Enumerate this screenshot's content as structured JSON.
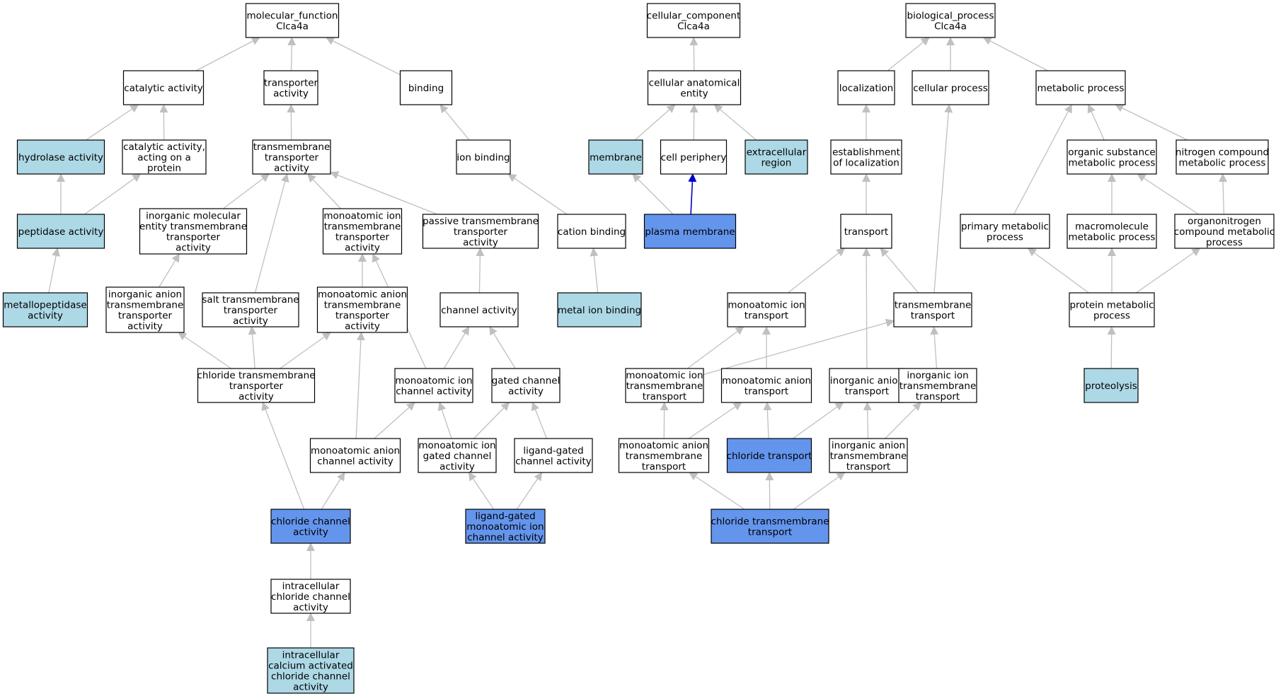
{
  "colors": {
    "plain": "#ffffff",
    "annotated": "#add8e6",
    "direct": "#6495ed",
    "edge": "#c0c0c0",
    "edge_highlight": "#0000cd"
  },
  "nodes": {
    "mf": {
      "lines": [
        "molecular_function",
        "Clca4a"
      ],
      "fill": "plain"
    },
    "cc": {
      "lines": [
        "cellular_component",
        "Clca4a"
      ],
      "fill": "plain"
    },
    "bp": {
      "lines": [
        "biological_process",
        "Clca4a"
      ],
      "fill": "plain"
    },
    "catalytic": {
      "lines": [
        "catalytic activity"
      ],
      "fill": "plain"
    },
    "transporter": {
      "lines": [
        "transporter",
        "activity"
      ],
      "fill": "plain"
    },
    "binding": {
      "lines": [
        "binding"
      ],
      "fill": "plain"
    },
    "cae": {
      "lines": [
        "cellular anatomical",
        "entity"
      ],
      "fill": "plain"
    },
    "localization": {
      "lines": [
        "localization"
      ],
      "fill": "plain"
    },
    "cellular_process": {
      "lines": [
        "cellular process"
      ],
      "fill": "plain"
    },
    "metabolic": {
      "lines": [
        "metabolic process"
      ],
      "fill": "plain"
    },
    "hydrolase": {
      "lines": [
        "hydrolase activity"
      ],
      "fill": "annotated"
    },
    "cat_protein": {
      "lines": [
        "catalytic activity,",
        "acting on a",
        "protein"
      ],
      "fill": "plain"
    },
    "tm_transporter": {
      "lines": [
        "transmembrane",
        "transporter",
        "activity"
      ],
      "fill": "plain"
    },
    "ion_binding": {
      "lines": [
        "ion binding"
      ],
      "fill": "plain"
    },
    "membrane": {
      "lines": [
        "membrane"
      ],
      "fill": "annotated"
    },
    "cell_periphery": {
      "lines": [
        "cell periphery"
      ],
      "fill": "plain"
    },
    "extracellular": {
      "lines": [
        "extracellular",
        "region"
      ],
      "fill": "annotated"
    },
    "est_localization": {
      "lines": [
        "establishment",
        "of localization"
      ],
      "fill": "plain"
    },
    "org_sub_met": {
      "lines": [
        "organic substance",
        "metabolic process"
      ],
      "fill": "plain"
    },
    "nitrogen_met": {
      "lines": [
        "nitrogen compound",
        "metabolic process"
      ],
      "fill": "plain"
    },
    "peptidase": {
      "lines": [
        "peptidase activity"
      ],
      "fill": "annotated"
    },
    "inorg_mol_tm": {
      "lines": [
        "inorganic molecular",
        "entity transmembrane",
        "transporter",
        "activity"
      ],
      "fill": "plain"
    },
    "mono_ion_tm_act": {
      "lines": [
        "monoatomic ion",
        "transmembrane",
        "transporter",
        "activity"
      ],
      "fill": "plain"
    },
    "passive_tm": {
      "lines": [
        "passive transmembrane",
        "transporter",
        "activity"
      ],
      "fill": "plain"
    },
    "cation_binding": {
      "lines": [
        "cation binding"
      ],
      "fill": "plain"
    },
    "plasma_membrane": {
      "lines": [
        "plasma membrane"
      ],
      "fill": "direct"
    },
    "transport": {
      "lines": [
        "transport"
      ],
      "fill": "plain"
    },
    "primary_met": {
      "lines": [
        "primary metabolic",
        "process"
      ],
      "fill": "plain"
    },
    "macro_met": {
      "lines": [
        "macromolecule",
        "metabolic process"
      ],
      "fill": "plain"
    },
    "organonitrogen": {
      "lines": [
        "organonitrogen",
        "compound metabolic",
        "process"
      ],
      "fill": "plain"
    },
    "metallopeptidase": {
      "lines": [
        "metallopeptidase",
        "activity"
      ],
      "fill": "annotated"
    },
    "inorg_anion_tm_act": {
      "lines": [
        "inorganic anion",
        "transmembrane",
        "transporter",
        "activity"
      ],
      "fill": "plain"
    },
    "salt_tm": {
      "lines": [
        "salt transmembrane",
        "transporter",
        "activity"
      ],
      "fill": "plain"
    },
    "mono_anion_tm_act": {
      "lines": [
        "monoatomic anion",
        "transmembrane",
        "transporter",
        "activity"
      ],
      "fill": "plain"
    },
    "channel_activity": {
      "lines": [
        "channel activity"
      ],
      "fill": "plain"
    },
    "metal_ion_binding": {
      "lines": [
        "metal ion binding"
      ],
      "fill": "annotated"
    },
    "mono_ion_transport": {
      "lines": [
        "monoatomic ion",
        "transport"
      ],
      "fill": "plain"
    },
    "tm_transport": {
      "lines": [
        "transmembrane",
        "transport"
      ],
      "fill": "plain"
    },
    "protein_met": {
      "lines": [
        "protein metabolic",
        "process"
      ],
      "fill": "plain"
    },
    "chloride_tm_act": {
      "lines": [
        "chloride transmembrane",
        "transporter",
        "activity"
      ],
      "fill": "plain"
    },
    "mono_ion_channel": {
      "lines": [
        "monoatomic ion",
        "channel activity"
      ],
      "fill": "plain"
    },
    "gated_channel": {
      "lines": [
        "gated channel",
        "activity"
      ],
      "fill": "plain"
    },
    "mono_ion_tm_transport": {
      "lines": [
        "monoatomic ion",
        "transmembrane",
        "transport"
      ],
      "fill": "plain"
    },
    "mono_anion_transport": {
      "lines": [
        "monoatomic anion",
        "transport"
      ],
      "fill": "plain"
    },
    "inorg_anion_transport": {
      "lines": [
        "inorganic anion",
        "transport"
      ],
      "fill": "plain"
    },
    "inorg_ion_tm_transport": {
      "lines": [
        "inorganic ion",
        "transmembrane",
        "transport"
      ],
      "fill": "plain"
    },
    "proteolysis": {
      "lines": [
        "proteolysis"
      ],
      "fill": "annotated"
    },
    "mono_anion_channel": {
      "lines": [
        "monoatomic anion",
        "channel activity"
      ],
      "fill": "plain"
    },
    "mono_ion_gated": {
      "lines": [
        "monoatomic ion",
        "gated channel",
        "activity"
      ],
      "fill": "plain"
    },
    "ligand_gated": {
      "lines": [
        "ligand-gated",
        "channel activity"
      ],
      "fill": "plain"
    },
    "mono_anion_tm_transport": {
      "lines": [
        "monoatomic anion",
        "transmembrane",
        "transport"
      ],
      "fill": "plain"
    },
    "chloride_transport": {
      "lines": [
        "chloride transport"
      ],
      "fill": "direct"
    },
    "inorg_anion_tm_transport": {
      "lines": [
        "inorganic anion",
        "transmembrane",
        "transport"
      ],
      "fill": "plain"
    },
    "chloride_channel": {
      "lines": [
        "chloride channel",
        "activity"
      ],
      "fill": "direct"
    },
    "ligand_gated_mono": {
      "lines": [
        "ligand-gated",
        "monoatomic ion",
        "channel activity"
      ],
      "fill": "direct"
    },
    "chloride_tm_transport": {
      "lines": [
        "chloride transmembrane",
        "transport"
      ],
      "fill": "direct"
    },
    "intra_chloride": {
      "lines": [
        "intracellular",
        "chloride channel",
        "activity"
      ],
      "fill": "plain"
    },
    "intra_calcium": {
      "lines": [
        "intracellular",
        "calcium activated",
        "chloride channel",
        "activity"
      ],
      "fill": "annotated"
    }
  },
  "edges": [
    [
      "catalytic",
      "mf"
    ],
    [
      "transporter",
      "mf"
    ],
    [
      "binding",
      "mf"
    ],
    [
      "hydrolase",
      "catalytic"
    ],
    [
      "cat_protein",
      "catalytic"
    ],
    [
      "tm_transporter",
      "transporter"
    ],
    [
      "ion_binding",
      "binding"
    ],
    [
      "peptidase",
      "hydrolase"
    ],
    [
      "peptidase",
      "cat_protein"
    ],
    [
      "metallopeptidase",
      "peptidase"
    ],
    [
      "inorg_mol_tm",
      "tm_transporter"
    ],
    [
      "mono_ion_tm_act",
      "tm_transporter"
    ],
    [
      "passive_tm",
      "tm_transporter"
    ],
    [
      "salt_tm",
      "tm_transporter"
    ],
    [
      "cation_binding",
      "ion_binding"
    ],
    [
      "metal_ion_binding",
      "cation_binding"
    ],
    [
      "inorg_anion_tm_act",
      "inorg_mol_tm"
    ],
    [
      "mono_anion_tm_act",
      "mono_ion_tm_act"
    ],
    [
      "mono_ion_channel",
      "mono_ion_tm_act"
    ],
    [
      "channel_activity",
      "passive_tm"
    ],
    [
      "chloride_tm_act",
      "inorg_anion_tm_act"
    ],
    [
      "chloride_tm_act",
      "salt_tm"
    ],
    [
      "chloride_tm_act",
      "mono_anion_tm_act"
    ],
    [
      "mono_ion_channel",
      "channel_activity"
    ],
    [
      "gated_channel",
      "channel_activity"
    ],
    [
      "mono_anion_channel",
      "mono_ion_channel"
    ],
    [
      "mono_anion_channel",
      "mono_anion_tm_act"
    ],
    [
      "mono_ion_gated",
      "mono_ion_channel"
    ],
    [
      "mono_ion_gated",
      "gated_channel"
    ],
    [
      "ligand_gated",
      "gated_channel"
    ],
    [
      "chloride_channel",
      "chloride_tm_act"
    ],
    [
      "chloride_channel",
      "mono_anion_channel"
    ],
    [
      "ligand_gated_mono",
      "mono_ion_gated"
    ],
    [
      "ligand_gated_mono",
      "ligand_gated"
    ],
    [
      "intra_chloride",
      "chloride_channel"
    ],
    [
      "intra_calcium",
      "intra_chloride"
    ],
    [
      "cae",
      "cc"
    ],
    [
      "membrane",
      "cae"
    ],
    [
      "cell_periphery",
      "cae"
    ],
    [
      "extracellular",
      "cae"
    ],
    [
      "plasma_membrane",
      "membrane"
    ],
    [
      "plasma_membrane",
      "cell_periphery",
      "highlight"
    ],
    [
      "localization",
      "bp"
    ],
    [
      "cellular_process",
      "bp"
    ],
    [
      "metabolic",
      "bp"
    ],
    [
      "est_localization",
      "localization"
    ],
    [
      "transport",
      "est_localization"
    ],
    [
      "org_sub_met",
      "metabolic"
    ],
    [
      "nitrogen_met",
      "metabolic"
    ],
    [
      "primary_met",
      "metabolic"
    ],
    [
      "macro_met",
      "org_sub_met"
    ],
    [
      "organonitrogen",
      "org_sub_met"
    ],
    [
      "organonitrogen",
      "nitrogen_met"
    ],
    [
      "protein_met",
      "primary_met"
    ],
    [
      "protein_met",
      "macro_met"
    ],
    [
      "protein_met",
      "organonitrogen"
    ],
    [
      "proteolysis",
      "protein_met"
    ],
    [
      "mono_ion_transport",
      "transport"
    ],
    [
      "tm_transport",
      "transport"
    ],
    [
      "tm_transport",
      "cellular_process"
    ],
    [
      "inorg_anion_transport",
      "transport"
    ],
    [
      "mono_ion_tm_transport",
      "mono_ion_transport"
    ],
    [
      "mono_ion_tm_transport",
      "tm_transport"
    ],
    [
      "mono_anion_transport",
      "mono_ion_transport"
    ],
    [
      "inorg_ion_tm_transport",
      "tm_transport"
    ],
    [
      "mono_anion_tm_transport",
      "mono_ion_tm_transport"
    ],
    [
      "mono_anion_tm_transport",
      "mono_anion_transport"
    ],
    [
      "chloride_transport",
      "mono_anion_transport"
    ],
    [
      "chloride_transport",
      "inorg_anion_transport"
    ],
    [
      "inorg_anion_tm_transport",
      "inorg_anion_transport"
    ],
    [
      "inorg_anion_tm_transport",
      "inorg_ion_tm_transport"
    ],
    [
      "chloride_tm_transport",
      "mono_anion_tm_transport"
    ],
    [
      "chloride_tm_transport",
      "chloride_transport"
    ],
    [
      "chloride_tm_transport",
      "inorg_anion_tm_transport"
    ]
  ]
}
